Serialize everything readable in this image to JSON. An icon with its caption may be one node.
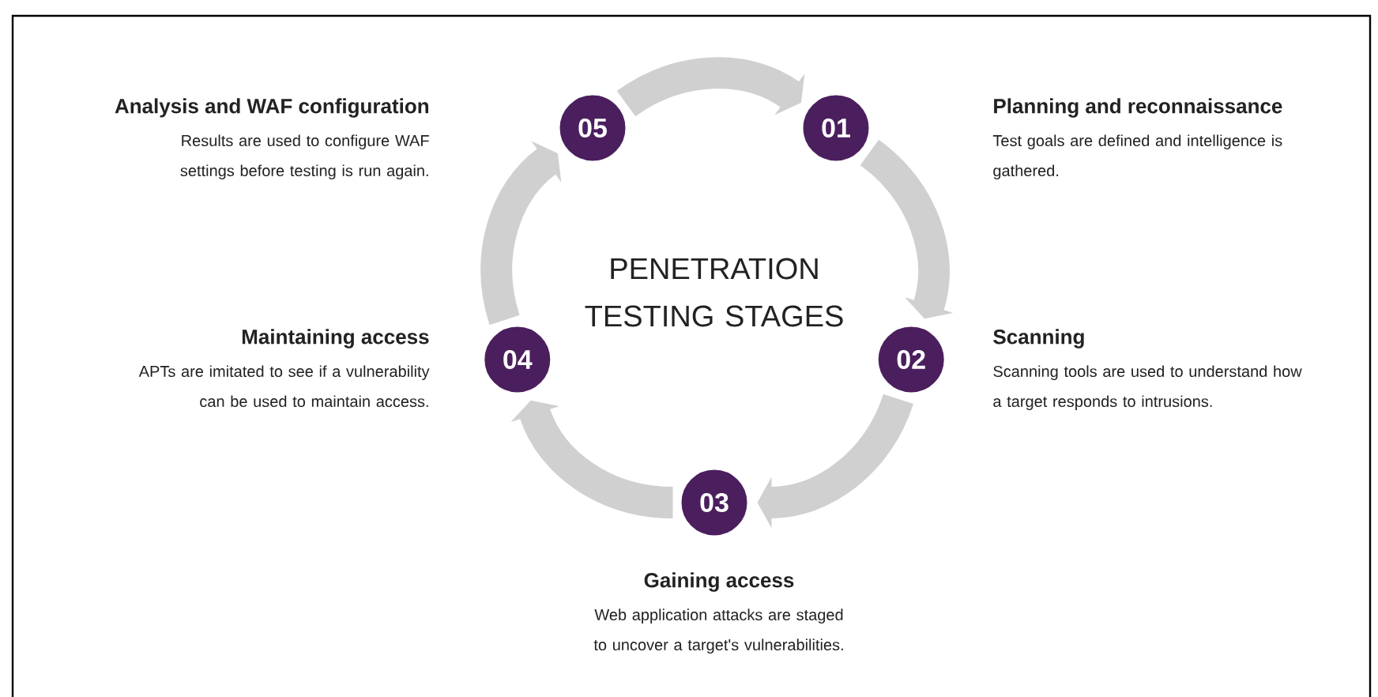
{
  "diagram": {
    "title": "PENETRATION TESTING STAGES",
    "nodes": [
      {
        "text": [
          "01"
        ],
        "beside": [
          "Planning and reconnaissance",
          "Test goals are defined and intelligence is gathered."
        ]
      },
      {
        "text": [
          "02"
        ],
        "beside": [
          "Scanning",
          "Scanning tools are used to understand how a target responds to intrusions."
        ]
      },
      {
        "text": [
          "03"
        ],
        "beside": [
          "Gaining access",
          "Web application attacks are staged to uncover a target's vulnerabilities."
        ]
      },
      {
        "text": [
          "04"
        ],
        "beside": [
          "Maintaining access",
          "APTs are imitated to see if a vulnerability can be used to maintain access."
        ]
      },
      {
        "text": [
          "05"
        ],
        "beside": [
          "Analysis and WAF configuration",
          "Results are used to configure WAF settings before testing is run again."
        ]
      }
    ],
    "edges": [
      {
        "from": 0,
        "to": 1,
        "arrow": "to"
      },
      {
        "from": 1,
        "to": 2,
        "arrow": "to"
      },
      {
        "from": 2,
        "to": 3,
        "arrow": "to"
      },
      {
        "from": 3,
        "to": 4,
        "arrow": "to"
      },
      {
        "from": 4,
        "to": 0,
        "arrow": "to"
      }
    ]
  }
}
